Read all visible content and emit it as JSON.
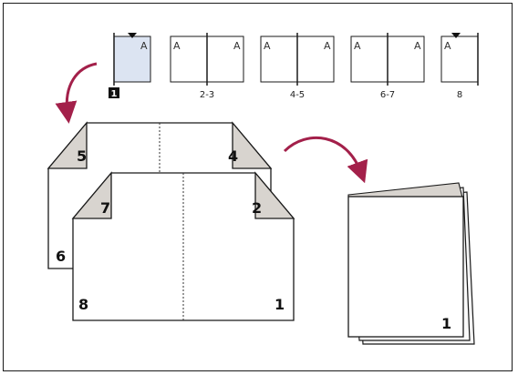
{
  "pages_panel": {
    "page_letter": "A",
    "items": [
      {
        "label": "1",
        "selected": true
      },
      {
        "label": "2-3",
        "selected": false
      },
      {
        "label": "4-5",
        "selected": false
      },
      {
        "label": "6-7",
        "selected": false
      },
      {
        "label": "8",
        "selected": false
      }
    ]
  },
  "booklet_diagram": {
    "back_sheet": {
      "top_left": "5",
      "top_right": "4",
      "bottom_left": "6"
    },
    "front_sheet": {
      "top_left": "7",
      "top_right": "2",
      "bottom_left": "8",
      "bottom_right": "1"
    },
    "folded_booklet": {
      "page_number": "1"
    }
  },
  "colors": {
    "selected_page_fill": "#dce4f2",
    "fold_corner_fill": "#d8d4cf",
    "arrow_color": "#a3204a",
    "outline": "#1a1a1a"
  }
}
